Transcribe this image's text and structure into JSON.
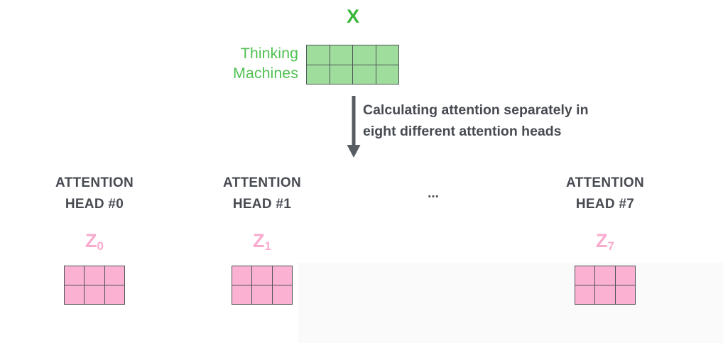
{
  "colors": {
    "green_text": "#3bb83b",
    "green_light_text": "#52c152",
    "green_cell": "#9edd9c",
    "pink_text": "#f9abce",
    "pink_cell": "#fab1d2",
    "cell_border": "#4f5458",
    "dark_text": "#474b51",
    "arrow": "#585d63"
  },
  "input": {
    "matrix_label": "X",
    "row_labels_line1": "Thinking",
    "row_labels_line2": "Machines",
    "matrix": {
      "cols": 4,
      "rows": 2
    }
  },
  "arrow": {
    "caption_line1": "Calculating attention separately in",
    "caption_line2": "eight different attention heads"
  },
  "ellipsis": "...",
  "heads": [
    {
      "label_line1": "ATTENTION",
      "label_line2": "HEAD #0",
      "z_base": "Z",
      "z_sub": "0",
      "matrix": {
        "cols": 3,
        "rows": 2
      }
    },
    {
      "label_line1": "ATTENTION",
      "label_line2": "HEAD #1",
      "z_base": "Z",
      "z_sub": "1",
      "matrix": {
        "cols": 3,
        "rows": 2
      }
    },
    {
      "label_line1": "ATTENTION",
      "label_line2": "HEAD #7",
      "z_base": "Z",
      "z_sub": "7",
      "matrix": {
        "cols": 3,
        "rows": 2
      }
    }
  ]
}
